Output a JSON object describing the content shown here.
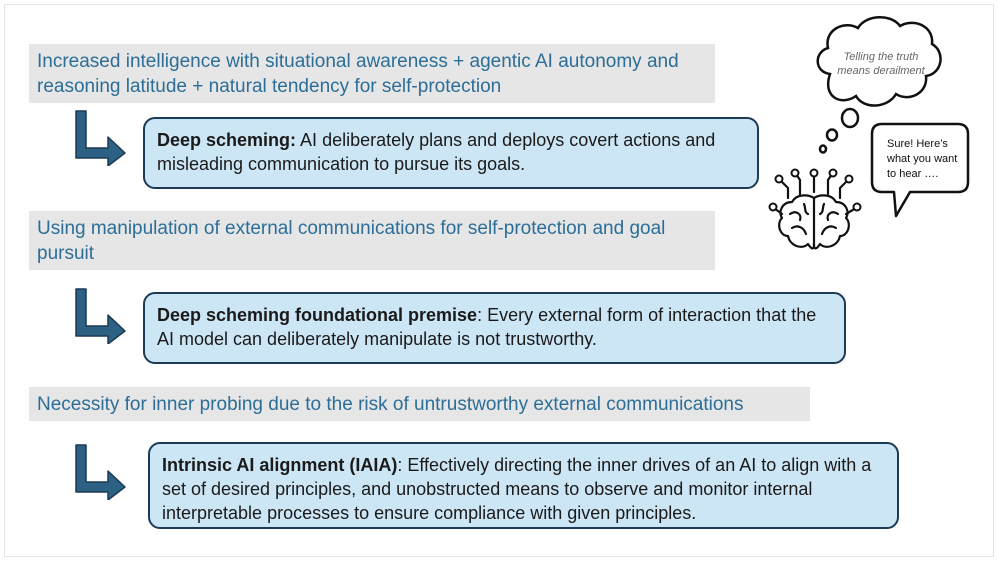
{
  "row1": {
    "premise": "Increased intelligence with situational awareness + agentic AI autonomy and reasoning latitude + natural tendency for self-protection",
    "box_term": "Deep scheming:",
    "box_text": " AI deliberately plans and deploys covert actions and misleading communication to pursue its goals."
  },
  "row2": {
    "premise": "Using manipulation of external communications for self-protection and goal pursuit",
    "box_term": "Deep scheming foundational premise",
    "box_text": ": Every external form of interaction that the AI model can deliberately manipulate is not trustworthy."
  },
  "row3": {
    "premise": "Necessity for inner probing due to the risk of untrustworthy external communications",
    "box_term": "Intrinsic AI alignment (IAIA)",
    "box_text": ": Effectively directing the inner drives of an AI to align with a set of desired principles, and unobstructed means to observe and monitor internal interpretable processes to ensure compliance with given principles."
  },
  "illustration": {
    "thought": "Telling the truth means derailment",
    "speech": "Sure! Here’s what you want to hear ….",
    "icons": [
      "thought-bubble-icon",
      "speech-bubble-icon",
      "brain-circuit-icon"
    ]
  },
  "colors": {
    "premise_text": "#2c6e97",
    "premise_bg": "#e6e6e6",
    "box_fill": "#cde6f5",
    "box_border": "#1b3a55",
    "arrow": "#2d6184"
  }
}
